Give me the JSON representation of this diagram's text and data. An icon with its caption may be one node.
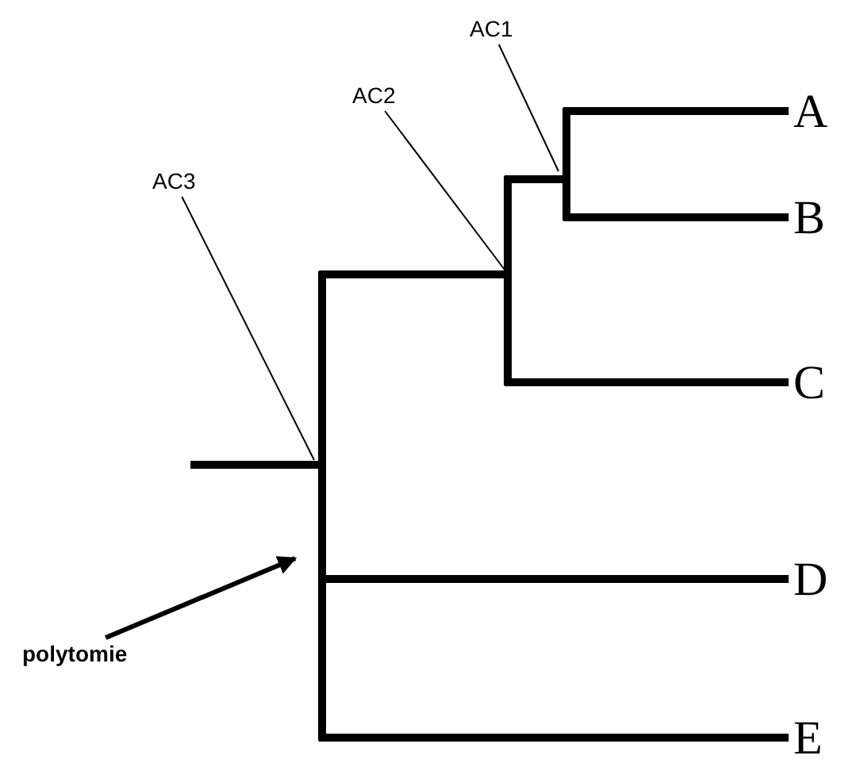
{
  "diagram": {
    "nodes": [
      {
        "text": [
          "AC1"
        ]
      },
      {
        "text": [
          "AC2"
        ]
      },
      {
        "text": [
          "AC3"
        ]
      },
      {
        "text": [
          "polytomie"
        ]
      }
    ],
    "edges": [
      {
        "from": 0,
        "to": null,
        "arrow": "none"
      },
      {
        "from": 1,
        "to": null,
        "arrow": "none"
      },
      {
        "from": 2,
        "to": null,
        "arrow": "none"
      },
      {
        "from": 3,
        "to": null,
        "arrow": "to",
        "style": "thick"
      }
    ],
    "labels": [
      "A",
      "B",
      "C",
      "D",
      "E"
    ]
  }
}
